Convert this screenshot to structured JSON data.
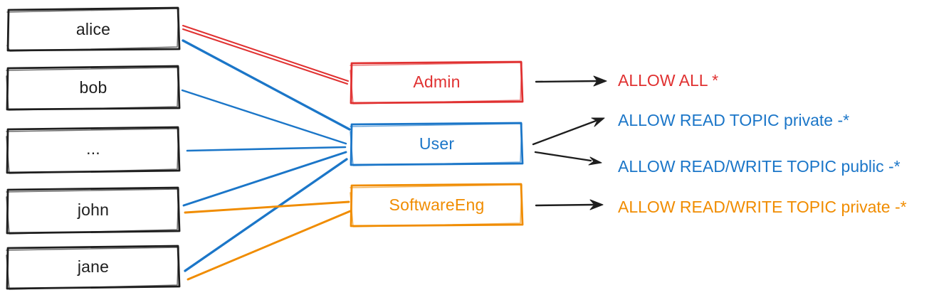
{
  "diagram": {
    "title": "users-roles-permissions-mapping",
    "users": [
      {
        "label": "alice"
      },
      {
        "label": "bob"
      },
      {
        "label": "..."
      },
      {
        "label": "john"
      },
      {
        "label": "jane"
      }
    ],
    "roles": [
      {
        "label": "Admin",
        "color": "#e03131"
      },
      {
        "label": "User",
        "color": "#1b76c8"
      },
      {
        "label": "SoftwareEng",
        "color": "#f08c00"
      }
    ],
    "permissions": [
      {
        "label": "ALLOW ALL *",
        "color": "#e03131"
      },
      {
        "label": "ALLOW READ TOPIC private -*",
        "color": "#1b76c8"
      },
      {
        "label": "ALLOW READ/WRITE TOPIC public -*",
        "color": "#1b76c8"
      },
      {
        "label": "ALLOW READ/WRITE TOPIC private -*",
        "color": "#f08c00"
      }
    ],
    "edges": {
      "users_to_roles": [
        {
          "from": "alice",
          "to": "Admin"
        },
        {
          "from": "alice",
          "to": "User"
        },
        {
          "from": "bob",
          "to": "User"
        },
        {
          "from": "...",
          "to": "User"
        },
        {
          "from": "john",
          "to": "User"
        },
        {
          "from": "john",
          "to": "SoftwareEng"
        },
        {
          "from": "jane",
          "to": "User"
        },
        {
          "from": "jane",
          "to": "SoftwareEng"
        }
      ],
      "roles_to_permissions": [
        {
          "from": "Admin",
          "to": "ALLOW ALL *"
        },
        {
          "from": "User",
          "to": "ALLOW READ TOPIC private -*"
        },
        {
          "from": "User",
          "to": "ALLOW READ/WRITE TOPIC public -*"
        },
        {
          "from": "SoftwareEng",
          "to": "ALLOW READ/WRITE TOPIC private -*"
        }
      ]
    },
    "colors": {
      "background": "#ffffff",
      "sketch": "#1e1e1e",
      "red": "#e03131",
      "blue": "#1b76c8",
      "orange": "#f08c00"
    }
  }
}
